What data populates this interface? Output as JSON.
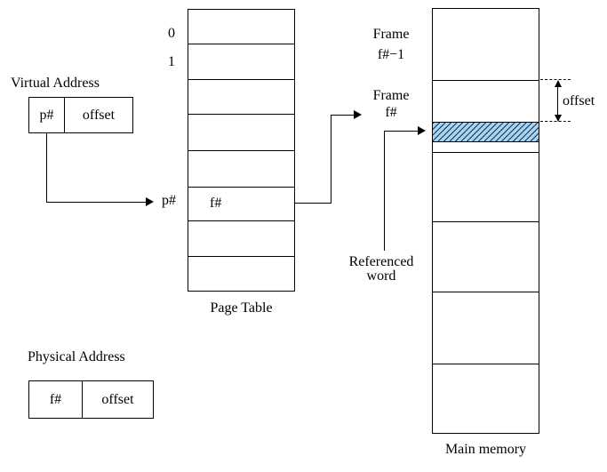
{
  "colors": {
    "line": "#000000",
    "background": "#ffffff",
    "hatch_fill": "#a6d4f2",
    "hatch_line": "#16324f"
  },
  "virtual_address": {
    "title": "Virtual Address",
    "page_field": "p#",
    "offset_field": "offset"
  },
  "page_table": {
    "title": "Page Table",
    "index_labels": [
      "0",
      "1"
    ],
    "pointer_label": "p#",
    "entry_value": "f#",
    "row_count": 8
  },
  "main_memory": {
    "title": "Main memory",
    "frame_above": {
      "line1": "Frame",
      "line2": "f#−1"
    },
    "frame_target": {
      "line1": "Frame",
      "line2": "f#"
    },
    "offset_label": "offset",
    "referenced_word": {
      "line1": "Referenced",
      "line2": "word"
    },
    "compartment_count": 8
  },
  "physical_address": {
    "title": "Physical Address",
    "frame_field": "f#",
    "offset_field": "offset"
  }
}
